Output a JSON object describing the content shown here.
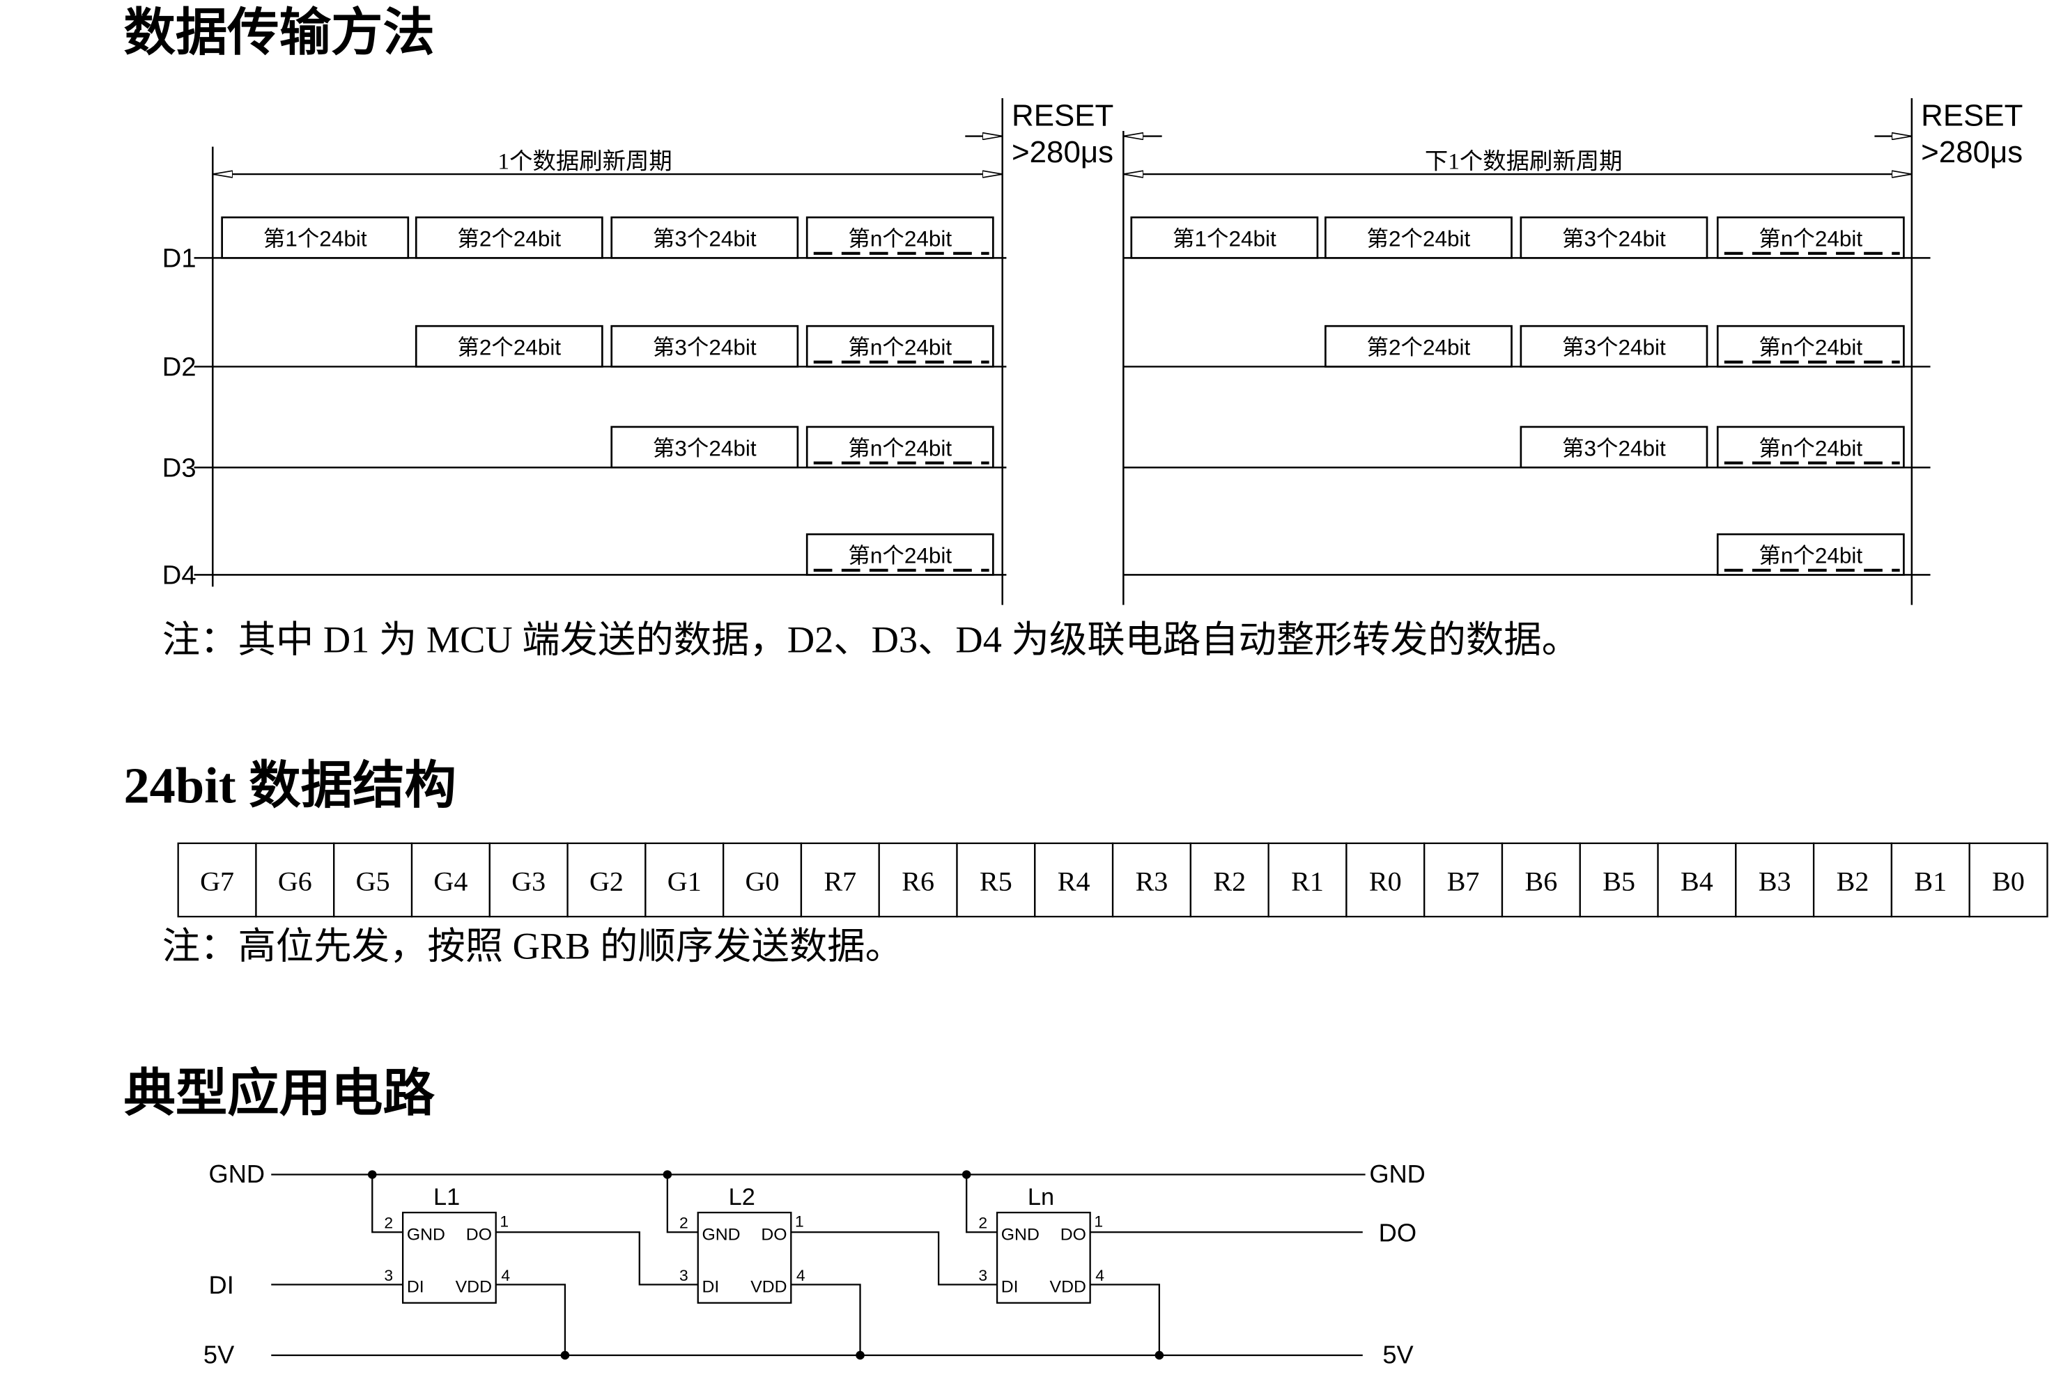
{
  "document": {
    "transfer_heading": "数据传输方法",
    "transfer_note": "注：其中 D1 为 MCU 端发送的数据，D2、D3、D4 为级联电路自动整形转发的数据。",
    "structure_heading": "24bit 数据结构",
    "structure_note": "注：高位先发，按照 GRB 的顺序发送数据。",
    "circuit_heading": "典型应用电路"
  },
  "timing": {
    "row_labels": [
      "D1",
      "D2",
      "D3",
      "D4"
    ],
    "periods": [
      {
        "label": "1个数据刷新周期",
        "reset_label": "RESET",
        "reset_time": ">280μs",
        "rows": [
          [
            "第1个24bit",
            "第2个24bit",
            "第3个24bit",
            "第n个24bit"
          ],
          [
            null,
            "第2个24bit",
            "第3个24bit",
            "第n个24bit"
          ],
          [
            null,
            null,
            "第3个24bit",
            "第n个24bit"
          ],
          [
            null,
            null,
            null,
            "第n个24bit"
          ]
        ]
      },
      {
        "label": "下1个数据刷新周期",
        "reset_label": "RESET",
        "reset_time": ">280μs",
        "rows": [
          [
            "第1个24bit",
            "第2个24bit",
            "第3个24bit",
            "第n个24bit"
          ],
          [
            null,
            "第2个24bit",
            "第3个24bit",
            "第n个24bit"
          ],
          [
            null,
            null,
            "第3个24bit",
            "第n个24bit"
          ],
          [
            null,
            null,
            null,
            "第n个24bit"
          ]
        ]
      }
    ]
  },
  "bit_structure": [
    "G7",
    "G6",
    "G5",
    "G4",
    "G3",
    "G2",
    "G1",
    "G0",
    "R7",
    "R6",
    "R5",
    "R4",
    "R3",
    "R2",
    "R1",
    "R0",
    "B7",
    "B6",
    "B5",
    "B4",
    "B3",
    "B2",
    "B1",
    "B0"
  ],
  "circuit": {
    "rails": {
      "gnd_in": "GND",
      "gnd_out": "GND",
      "di": "DI",
      "do": "DO",
      "vdd_in": "5V",
      "vdd_out": "5V"
    },
    "chips": [
      {
        "name": "L1",
        "pins": {
          "gnd": {
            "label": "GND",
            "number": "2"
          },
          "do": {
            "label": "DO",
            "number": "1"
          },
          "di": {
            "label": "DI",
            "number": "3"
          },
          "vdd": {
            "label": "VDD",
            "number": "4"
          }
        }
      },
      {
        "name": "L2",
        "pins": {
          "gnd": {
            "label": "GND",
            "number": "2"
          },
          "do": {
            "label": "DO",
            "number": "1"
          },
          "di": {
            "label": "DI",
            "number": "3"
          },
          "vdd": {
            "label": "VDD",
            "number": "4"
          }
        }
      },
      {
        "name": "Ln",
        "pins": {
          "gnd": {
            "label": "GND",
            "number": "2"
          },
          "do": {
            "label": "DO",
            "number": "1"
          },
          "di": {
            "label": "DI",
            "number": "3"
          },
          "vdd": {
            "label": "VDD",
            "number": "4"
          }
        }
      }
    ]
  }
}
